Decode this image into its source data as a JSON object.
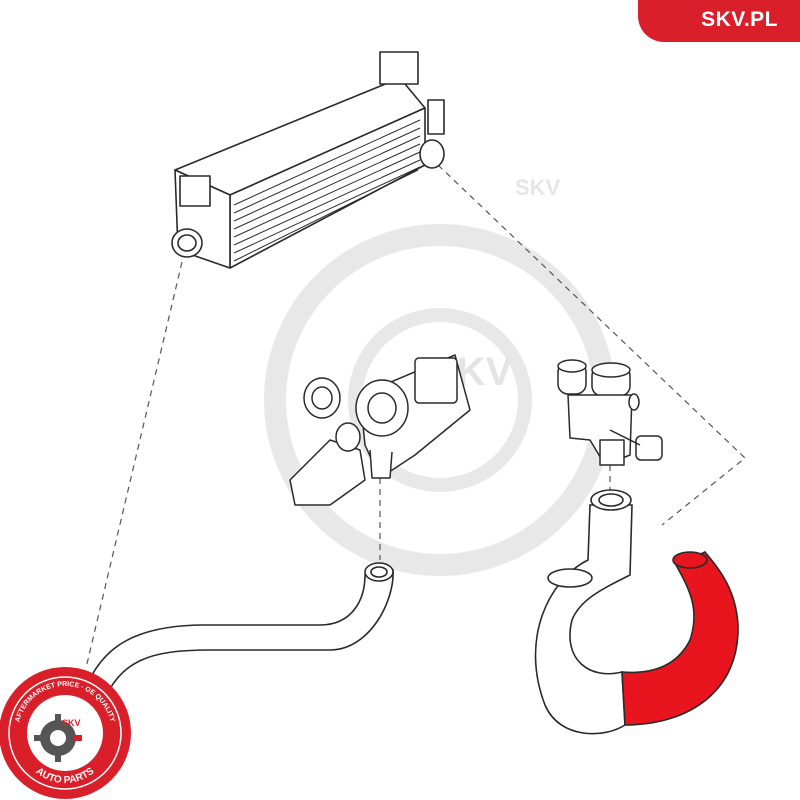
{
  "brand": {
    "site": "SKV.PL",
    "color": "#d9202a"
  },
  "watermark": {
    "text": "SKV"
  },
  "seal": {
    "top_arc": "AFTERMARKET PRICE · OE QUALITY",
    "bottom_arc": "AUTO PARTS",
    "center": "SKV",
    "color": "#d9202a"
  },
  "parts": [
    {
      "name": "intercooler",
      "highlighted": false
    },
    {
      "name": "throttle-body",
      "highlighted": false
    },
    {
      "name": "turbo-pipe-fitting",
      "highlighted": false
    },
    {
      "name": "lower-hose",
      "highlighted": false
    },
    {
      "name": "upper-hose",
      "highlighted": false
    },
    {
      "name": "highlighted-hose-section",
      "highlighted": true,
      "color": "#e8141e"
    }
  ],
  "colors": {
    "outline": "#2a2a2a",
    "highlight": "#e8141e",
    "watermark": "#e6e6e6"
  }
}
